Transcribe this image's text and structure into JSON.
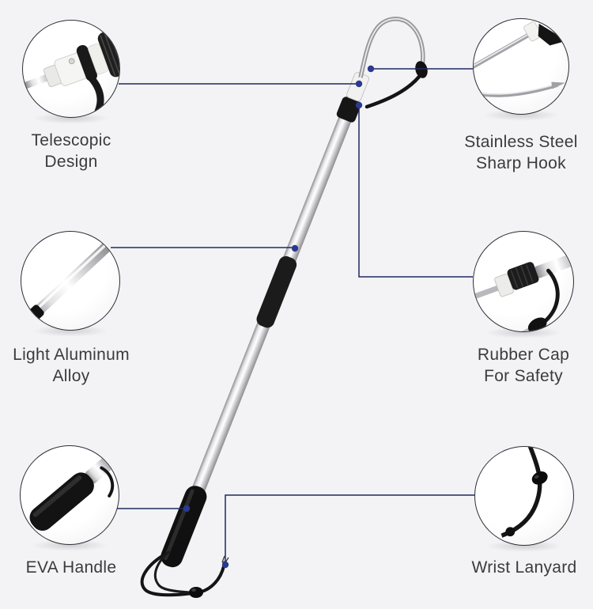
{
  "page": {
    "description": "Telescopic fishing gaff product feature callout diagram",
    "background_color": "#f3f3f5"
  },
  "colors": {
    "connector_line": "#1c2a5e",
    "connector_dot": "#2b3990",
    "label_text": "#3b3b3b",
    "circle_border": "#2c2f38"
  },
  "features": [
    {
      "id": "telescopic-design",
      "label": "Telescopic\nDesign"
    },
    {
      "id": "stainless-steel-sharp-hook",
      "label": "Stainless Steel\nSharp Hook"
    },
    {
      "id": "light-aluminum-alloy",
      "label": "Light Aluminum\nAlloy"
    },
    {
      "id": "rubber-cap-for-safety",
      "label": "Rubber Cap\nFor Safety"
    },
    {
      "id": "eva-handle",
      "label": "EVA Handle"
    },
    {
      "id": "wrist-lanyard",
      "label": "Wrist Lanyard"
    }
  ]
}
